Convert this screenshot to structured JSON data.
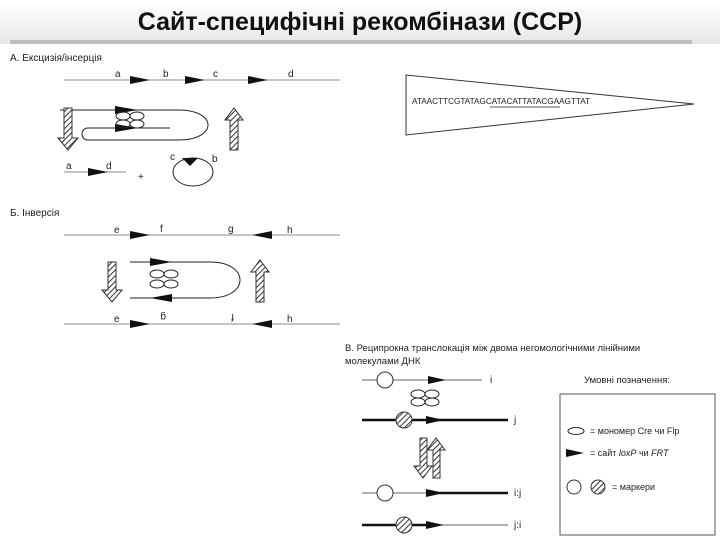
{
  "title": "Сайт-специфічні рекомбінази (ССР)",
  "sectionA": {
    "heading": "А. Ексцизія/інсерція",
    "sites": [
      "a",
      "b",
      "c",
      "d"
    ],
    "products": [
      "a",
      "d",
      "+",
      "c",
      "b"
    ]
  },
  "sequence": "ATAACTTCGTATAGCATACATTATACGAAGTTAT",
  "sectionB": {
    "heading": "Б. Інверсія",
    "top_labels": [
      "e",
      "f",
      "g",
      "h"
    ],
    "bottom_labels": [
      "e",
      "g",
      "f",
      "h"
    ]
  },
  "sectionC": {
    "heading_line1": "В. Реципрокна транслокація між двома негомологічними лінійними",
    "heading_line2": "молекулами ДНК",
    "labels": [
      "i",
      "j",
      "i:j",
      "j:i"
    ]
  },
  "legend": {
    "title": "Умовні позначення:",
    "monomer": "= мономер Cre чи Flp",
    "site_prefix": "= сайт ",
    "site_loxp": "loxP",
    "site_mid": " чи ",
    "site_frt": "FRT",
    "markers": "= маркери"
  }
}
